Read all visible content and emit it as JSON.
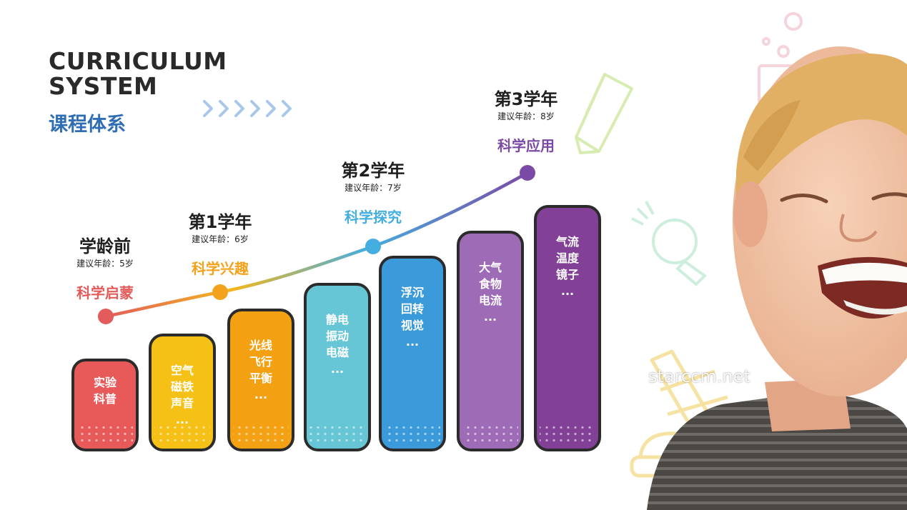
{
  "header": {
    "title_en_line1": "CURRICULUM",
    "title_en_line2": "SYSTEM",
    "title_cn": "课程体系"
  },
  "stages": [
    {
      "name": "学龄前",
      "age": "建议年龄：5岁",
      "theme": "科学启蒙",
      "color": "#e35b5b"
    },
    {
      "name": "第1学年",
      "age": "建议年龄：6岁",
      "theme": "科学兴趣",
      "color": "#f3a21c"
    },
    {
      "name": "第2学年",
      "age": "建议年龄：7岁",
      "theme": "科学探究",
      "color": "#45aee0"
    },
    {
      "name": "第3学年",
      "age": "建议年龄：8岁",
      "theme": "科学应用",
      "color": "#7b4aa6"
    }
  ],
  "bars": [
    {
      "lines": [
        "实验",
        "科普"
      ],
      "color": "#e85a5a"
    },
    {
      "lines": [
        "空气",
        "磁铁",
        "声音",
        "..."
      ],
      "color": "#f5c117"
    },
    {
      "lines": [
        "光线",
        "飞行",
        "平衡",
        "..."
      ],
      "color": "#f3a012"
    },
    {
      "lines": [
        "静电",
        "振动",
        "电磁",
        "..."
      ],
      "color": "#67c6d6"
    },
    {
      "lines": [
        "浮沉",
        "回转",
        "视觉",
        "..."
      ],
      "color": "#3b9ad9"
    },
    {
      "lines": [
        "大气",
        "食物",
        "电流",
        "..."
      ],
      "color": "#9e6bb6"
    },
    {
      "lines": [
        "气流",
        "温度",
        "镜子",
        "..."
      ],
      "color": "#824197"
    }
  ],
  "watermark": "starccm.net"
}
